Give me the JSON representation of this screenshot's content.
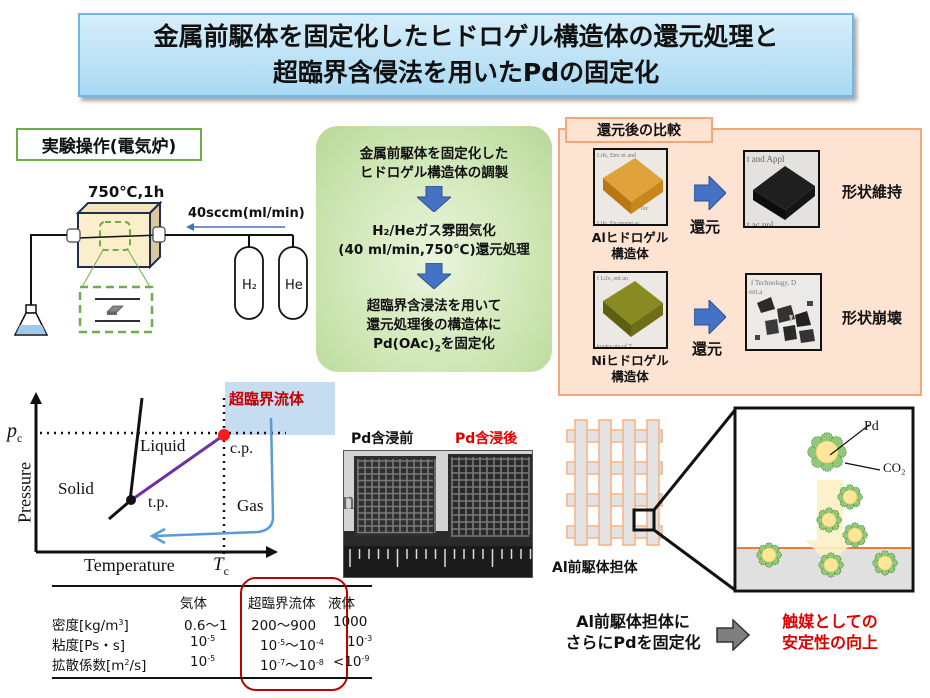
{
  "title": {
    "line1": "金属前駆体を固定化したヒドロゲル構造体の還元処理と",
    "line2": "超臨界含侵法を用いたPdの固定化"
  },
  "experiment": {
    "section_label": "実験操作(電気炉)",
    "furnace_condition": "750℃,1h",
    "flow_rate": "40sccm(ml/min)",
    "gas1": "H₂",
    "gas2": "He"
  },
  "flow": {
    "step1_line1": "金属前駆体を固定化した",
    "step1_line2": "ヒドロゲル構造体の調製",
    "step2_line1": "H₂/Heガス雰囲気化",
    "step2_line2": "(40 ml/min,750℃)還元処理",
    "step3_line1": "超臨界含浸法を用いて",
    "step3_line2": "還元処理後の構造体に",
    "step3_line3_pre": "Pd(OAc)",
    "step3_line3_sub": "2",
    "step3_line3_post": "を固定化"
  },
  "comparison": {
    "section_label": "還元後の比較",
    "rows": [
      {
        "sample_line1": "Alヒドロゲル",
        "sample_line2": "構造体",
        "action": "還元",
        "result": "形状維持",
        "before_color": "#d9941f",
        "after_color": "#1a1a1a"
      },
      {
        "sample_line1": "Niヒドロゲル",
        "sample_line2": "構造体",
        "action": "還元",
        "result": "形状崩壊",
        "before_color": "#7a7a18",
        "after_color": "#2a2a2a"
      }
    ]
  },
  "phase_diagram": {
    "y_axis_label": "Pressure",
    "x_axis_label": "Temperature",
    "pc_label": "p",
    "pc_sub": "c",
    "tc_label": "T",
    "tc_sub": "c",
    "region_solid": "Solid",
    "region_liquid": "Liquid",
    "region_gas": "Gas",
    "triple_point": "t.p.",
    "critical_point": "c.p.",
    "supercritical_label": "超臨界流体",
    "supercritical_color": "#c00000"
  },
  "properties_table": {
    "headers": [
      "",
      "気体",
      "超臨界流体",
      "液体"
    ],
    "rows": [
      {
        "label": "密度[kg/m",
        "label_sup": "3",
        "label_post": "]",
        "gas": "0.6〜1",
        "scf": "200〜900",
        "liquid": "1000"
      },
      {
        "label": "粘度[Ps・s]",
        "gas_base": "10",
        "gas_exp": "-5",
        "scf_a": "10",
        "scf_a_exp": "-5",
        "scf_sep": "〜",
        "scf_b": "10",
        "scf_b_exp": "-4",
        "liq_base": "10",
        "liq_exp": "-3"
      },
      {
        "label": "拡散係数[m",
        "label_sup": "2",
        "label_post": "/s]",
        "gas_base": "10",
        "gas_exp": "-5",
        "scf_a": "10",
        "scf_a_exp": "-7",
        "scf_sep": "〜",
        "scf_b": "10",
        "scf_b_exp": "-8",
        "liq_base": "<10",
        "liq_exp": "-9"
      }
    ],
    "highlight_color": "#c00000"
  },
  "impregnation_photo": {
    "before_label": "Pd含浸前",
    "after_label": "Pd含浸後",
    "after_label_color": "#e00000"
  },
  "support_diagram": {
    "support_label": "Al前駆体担体",
    "pd_label": "Pd",
    "co2_label": "CO₂"
  },
  "conclusion": {
    "left_line1": "Al前駆体担体に",
    "left_line2": "さらにPdを固定化",
    "right_line1": "触媒としての",
    "right_line2": "安定性の向上",
    "right_color": "#e00000"
  }
}
